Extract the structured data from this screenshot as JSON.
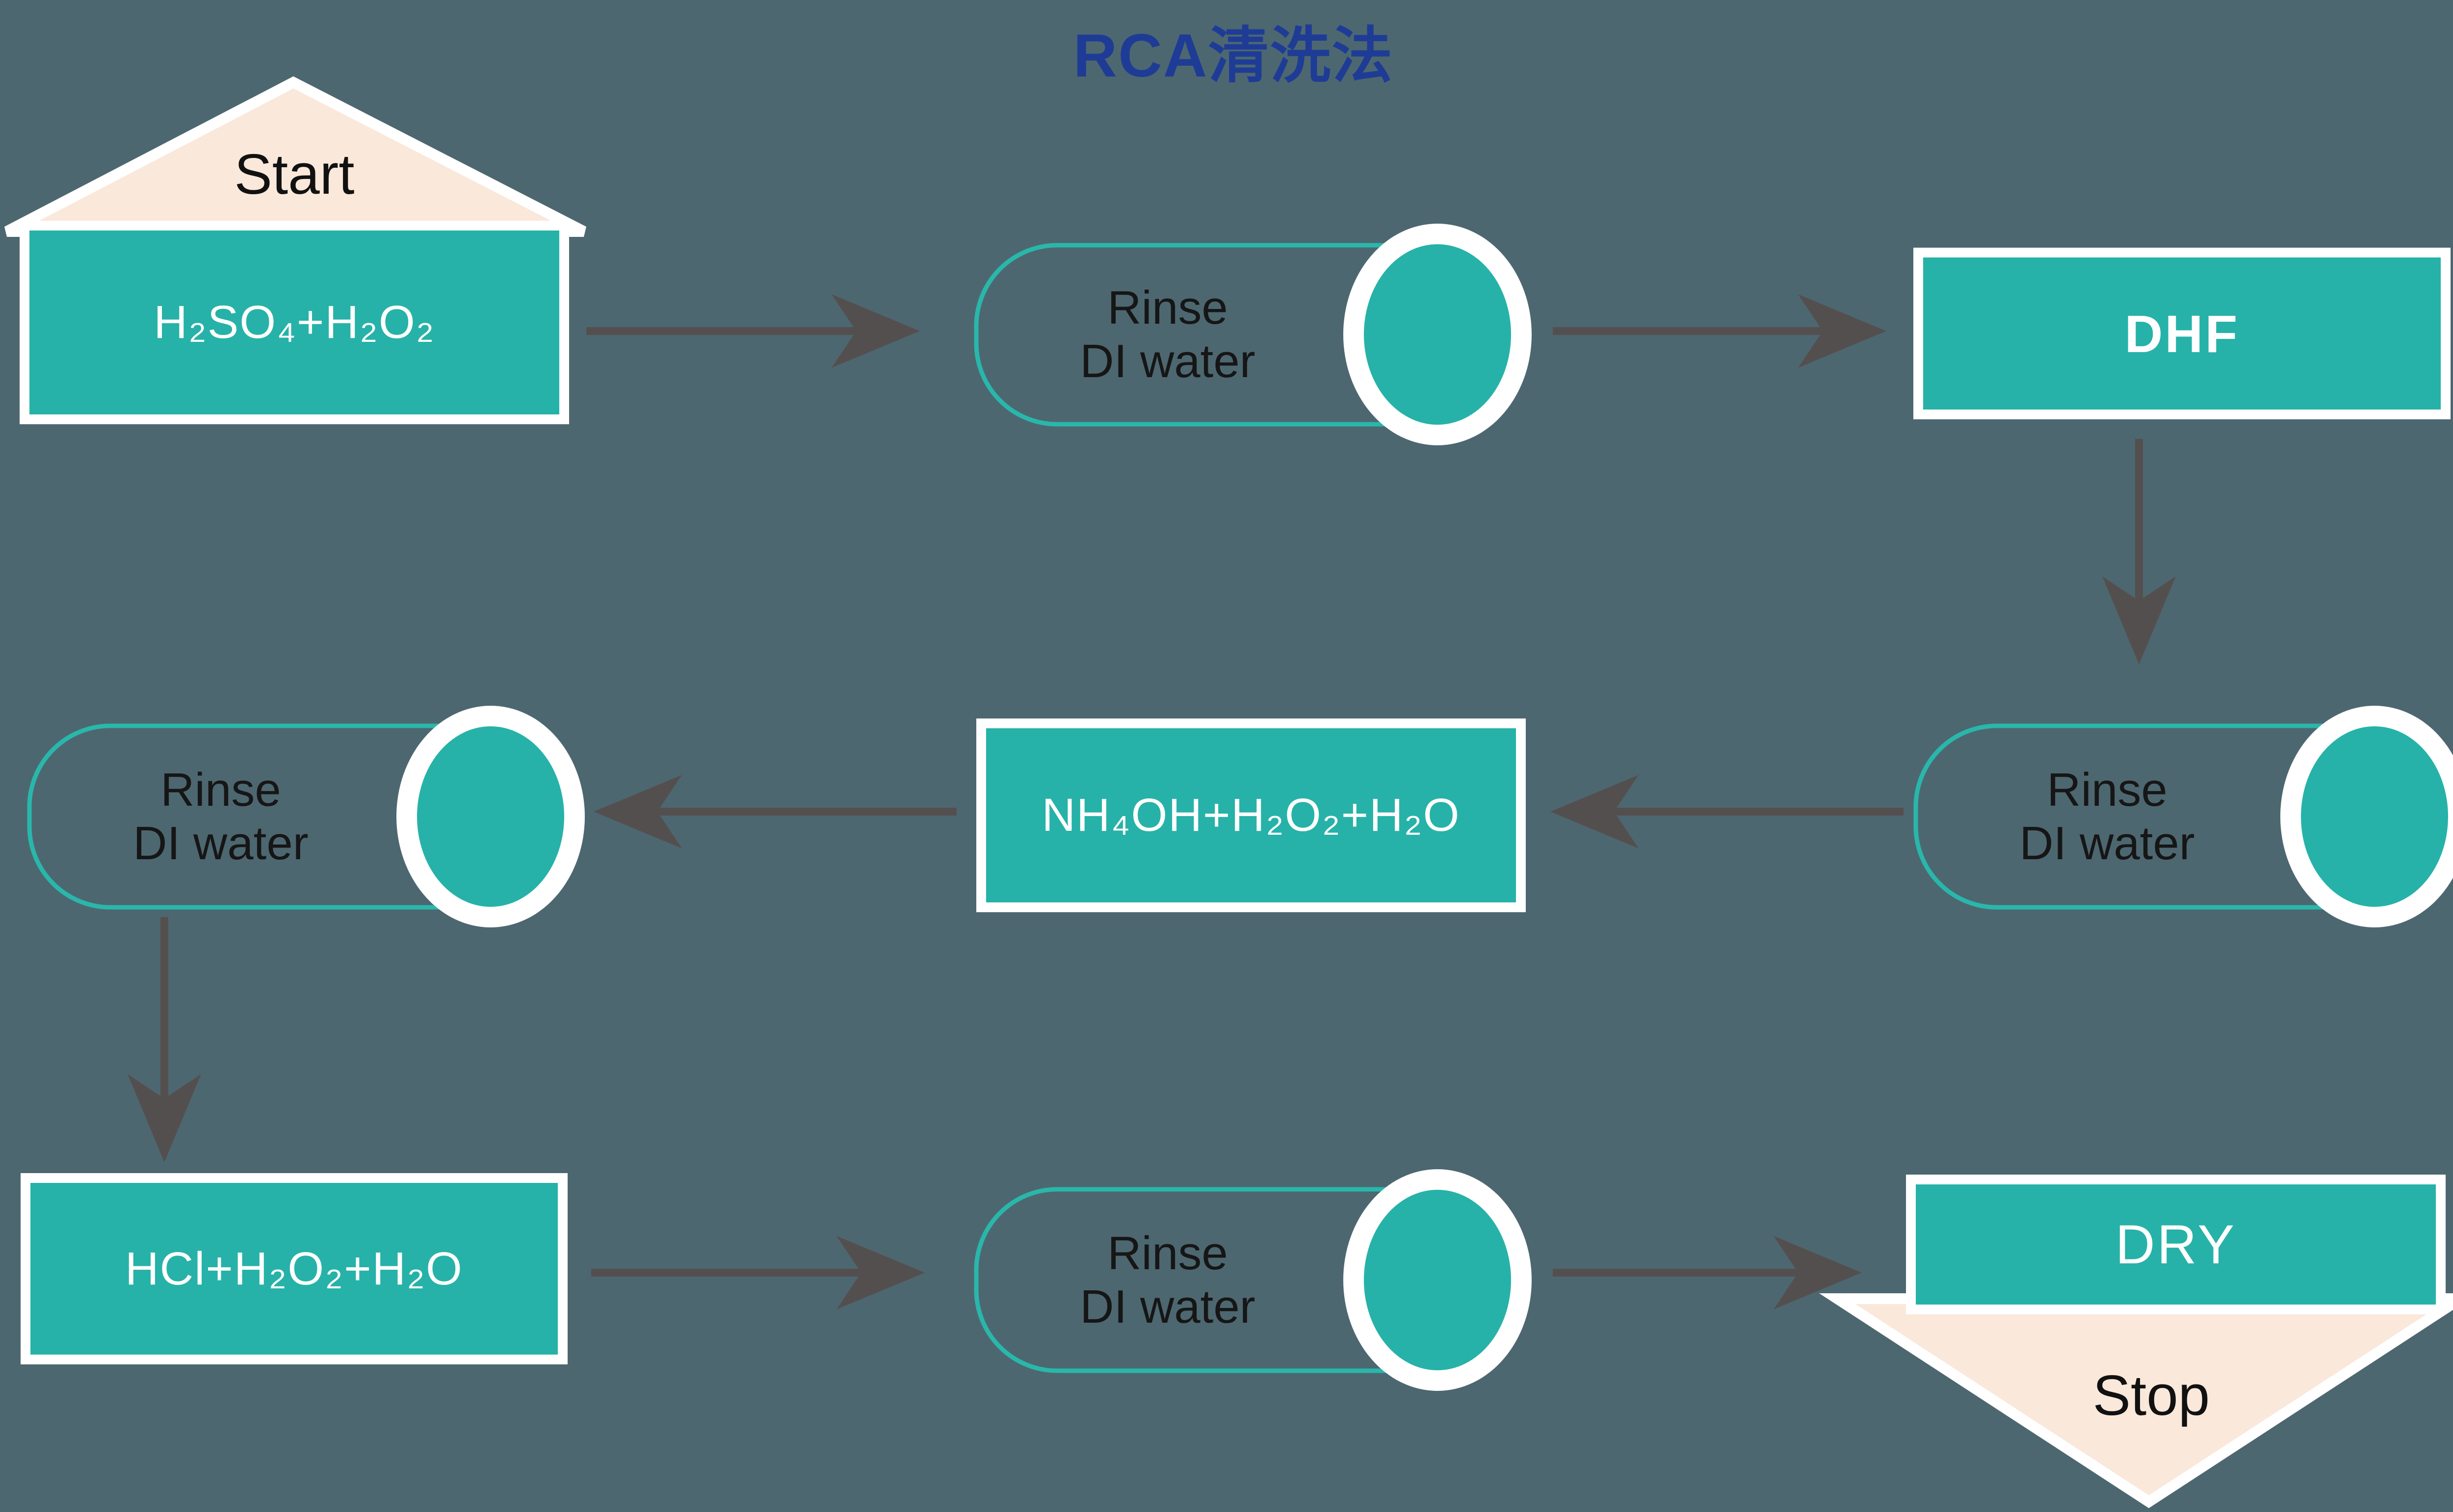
{
  "title": "RCA清洗法",
  "nodes": {
    "start": "Start",
    "spm": "H₂SO₄+H₂O₂",
    "rinse": {
      "line1": "Rinse",
      "line2": "DI water"
    },
    "dhf": "DHF",
    "sc1": "NH₄OH+H₂O₂+H₂O",
    "sc2": "HCl+H₂O₂+H₂O",
    "dry": "DRY",
    "stop": "Stop"
  },
  "colors": {
    "background": "#4d6770",
    "node_teal": "#26b2a8",
    "pill_outline_teal": "#29b7ab",
    "accent_cream": "#fae8da",
    "arrow_gray": "#544f4f",
    "title_blue": "#1e3c96",
    "node_border_white": "#ffffff",
    "label_dark": "#161616"
  }
}
